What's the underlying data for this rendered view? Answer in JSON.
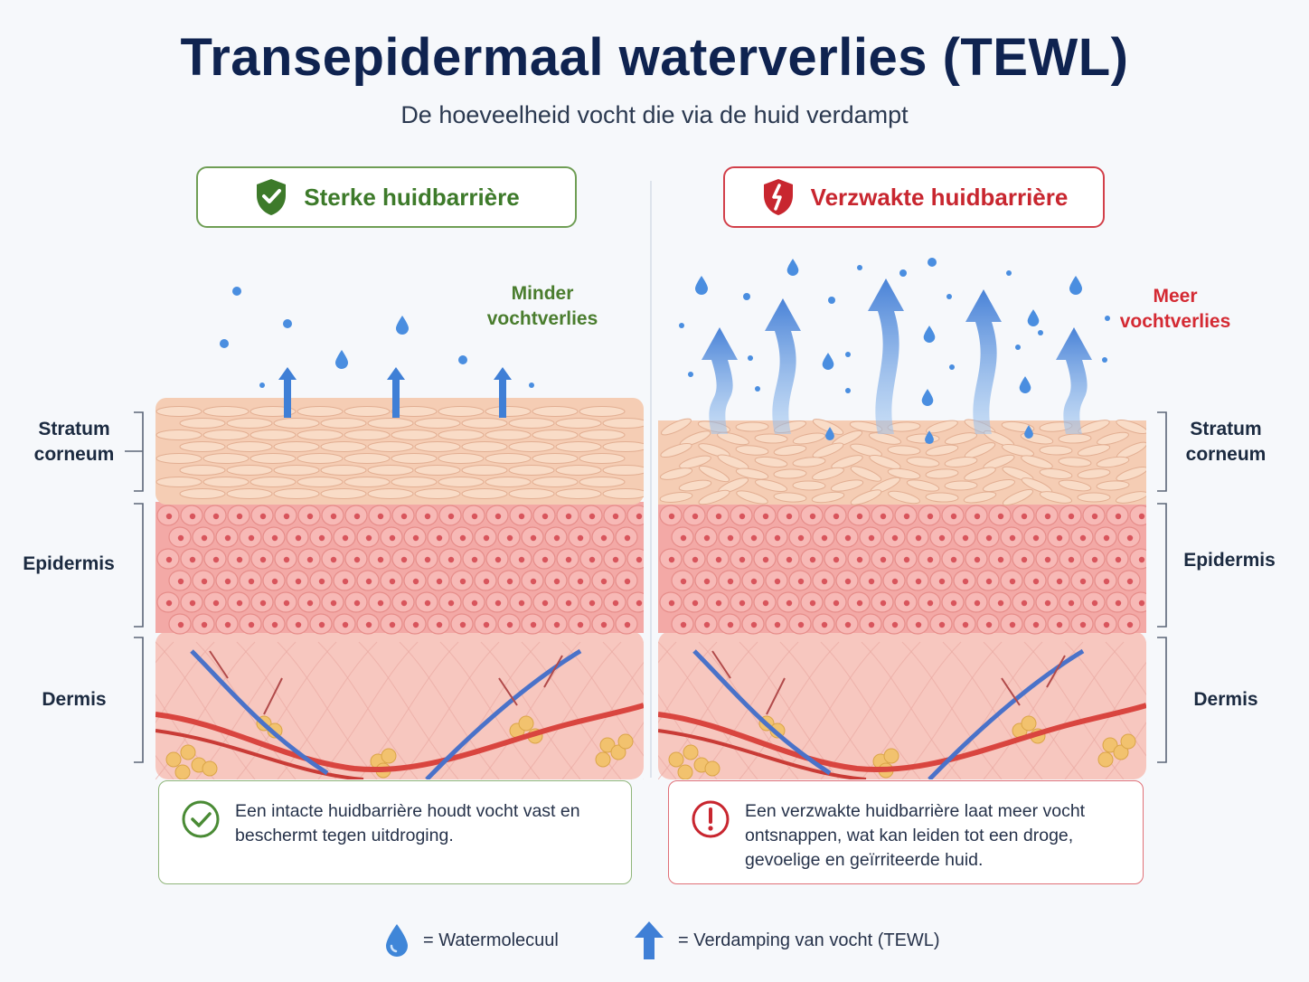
{
  "title": "Transepidermaal waterverlies (TEWL)",
  "subtitle": "De hoeveelheid vocht die via de huid verdampt",
  "left_panel": {
    "header": "Sterke huidbarrière",
    "header_icon": "shield-check-icon",
    "loss_label_line1": "Minder",
    "loss_label_line2": "vochtverlies",
    "note_icon": "check-circle-icon",
    "note": "Een intacte huidbarrière houdt vocht vast en beschermt tegen uitdroging.",
    "accent": "#3d7a2a"
  },
  "right_panel": {
    "header": "Verzwakte huidbarrière",
    "header_icon": "shield-broken-icon",
    "loss_label_line1": "Meer",
    "loss_label_line2": "vochtverlies",
    "note_icon": "alert-circle-icon",
    "note": "Een verzwakte huidbarrière laat meer vocht ontsnappen, wat kan leiden tot een droge, gevoelige en geïrriteerde huid.",
    "accent": "#c8262f"
  },
  "layers": {
    "stratum_line1": "Stratum",
    "stratum_line2": "corneum",
    "epidermis": "Epidermis",
    "dermis": "Dermis"
  },
  "legend": {
    "drop_label": "= Watermolecuul",
    "drop_icon": "water-drop-icon",
    "arrow_label": "= Verdamping van vocht (TEWL)",
    "arrow_icon": "up-arrow-icon"
  },
  "colors": {
    "title": "#0f2350",
    "water": "#4a90e2",
    "skin_corneum": "#f2c9b0",
    "skin_epidermis": "#f1a9a7",
    "skin_dermis": "#f6c3bb"
  }
}
